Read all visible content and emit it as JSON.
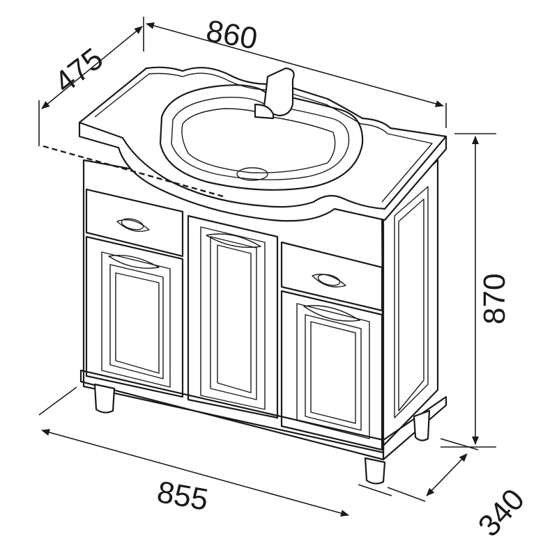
{
  "dimensions": {
    "top_width": "860",
    "top_depth": "475",
    "height": "870",
    "base_width": "855",
    "base_depth": "340"
  }
}
